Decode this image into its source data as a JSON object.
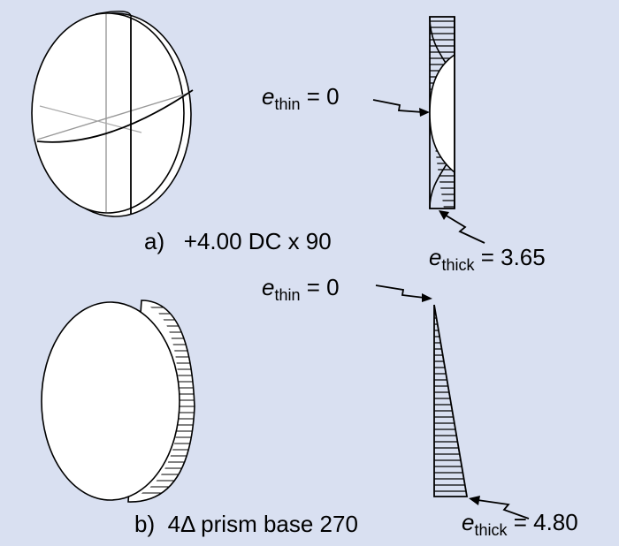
{
  "panel_a": {
    "caption": "a)   +4.00 DC x 90",
    "thin_symbol": "e",
    "thin_sub": "thin",
    "thin_value": "= 0",
    "thick_symbol": "e",
    "thick_sub": "thick",
    "thick_value": "= 3.65"
  },
  "panel_b": {
    "caption": "b)  4Δ prism base 270",
    "thin_symbol": "e",
    "thin_sub": "thin",
    "thin_value": "= 0",
    "thick_symbol": "e",
    "thick_sub": "thick",
    "thick_value": "= 4.80"
  }
}
